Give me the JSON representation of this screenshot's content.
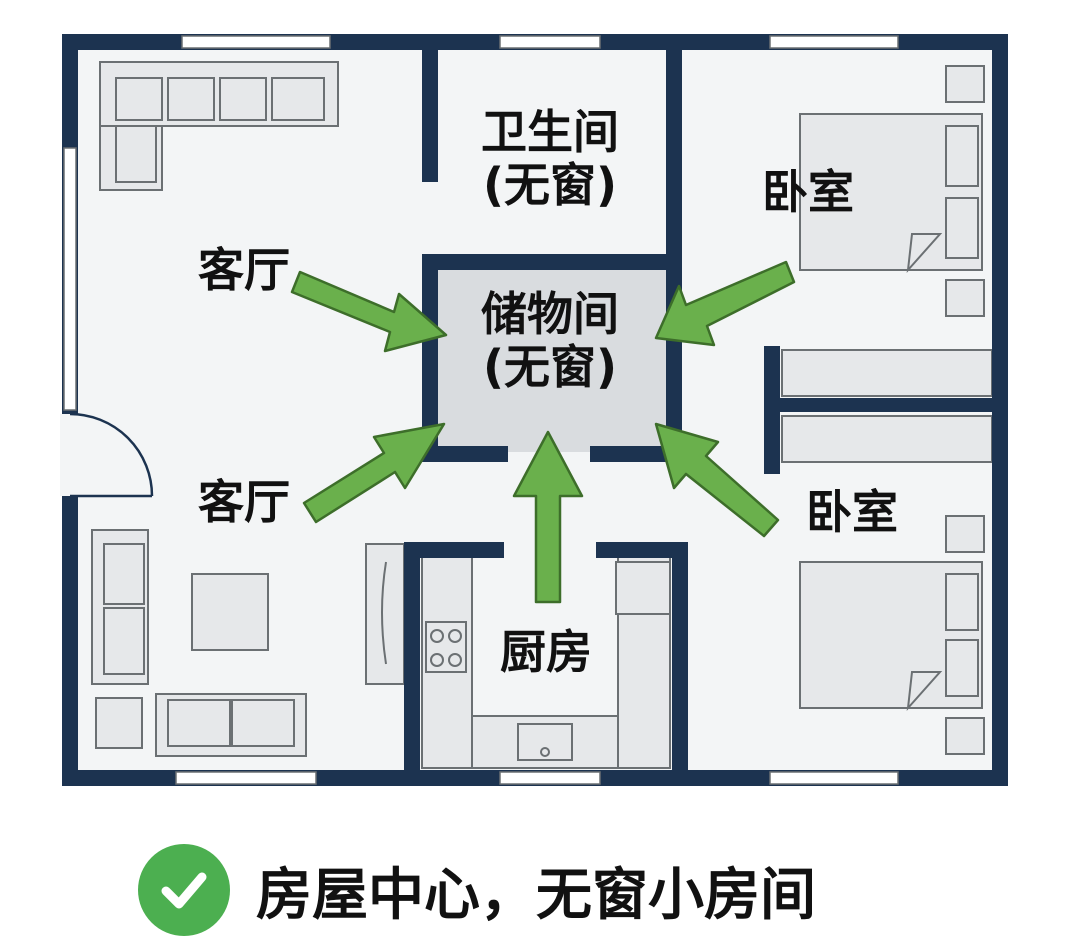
{
  "rooms": {
    "bathroom": {
      "name": "卫生间",
      "note": "(无窗)"
    },
    "storage": {
      "name": "储物间",
      "note": "(无窗)"
    },
    "living_room_top": "客厅",
    "living_room_bottom": "客厅",
    "bedroom_top": "卧室",
    "bedroom_bottom": "卧室",
    "kitchen": "厨房"
  },
  "caption": {
    "text": "房屋中心，无窗小房间",
    "icon": "check-circle-icon"
  },
  "colors": {
    "wall": "#1c3350",
    "floor": "#f3f5f6",
    "storage_floor": "#d9dcdf",
    "furniture_fill": "#e6e8ea",
    "furniture_stroke": "#6b7073",
    "arrow_fill": "#6ab04c",
    "arrow_stroke": "#3d6e2a",
    "check_green": "#4caf50"
  }
}
